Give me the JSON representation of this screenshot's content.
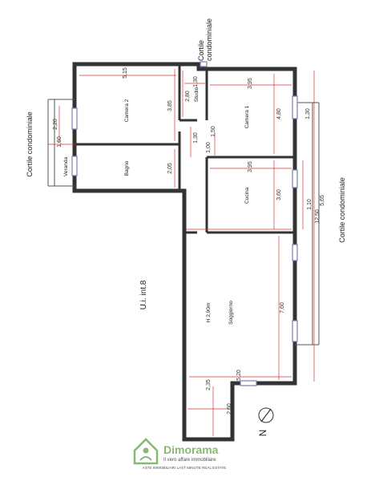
{
  "courtyards": {
    "top": [
      "Cortile",
      "condominiale"
    ],
    "left": [
      "Cortile condominiale"
    ],
    "right": [
      "Cortile condominiale"
    ]
  },
  "rooms": {
    "camera2": "Camera 2",
    "studio": "Studio",
    "camera1": "Camera 1",
    "bagno": "Bagno",
    "veranda": "Veranda",
    "cucina": "Cucina",
    "soggiorno": "Soggiorno",
    "height": "H 2,90m"
  },
  "unit_label": "U.i.  int.8",
  "north": "N",
  "dimensions": {
    "d515": "5,15",
    "d385": "3,85",
    "d280": "2,80",
    "d130a": "1,30",
    "d395a": "3,95",
    "d480": "4,80",
    "d130b": "1,30",
    "d220": "2,20",
    "d160": "1,60",
    "d205": "2,05",
    "d130c": "1,30",
    "d100": "1,00",
    "d150": "1,50",
    "d395b": "3,95",
    "d360": "3,60",
    "d565": "5,65",
    "d1250": "12,50",
    "d110": "1,10",
    "d760": "7,60",
    "d520": "5,20",
    "d235": "2,35",
    "d260": "2,60"
  },
  "logo": {
    "name": "Dimorama",
    "tagline": "Il vero affare immobiliare",
    "footer": "ASTE IMMOBILIARI  LAST MINUTE  REAL ESTATE"
  },
  "colors": {
    "wall": "#333333",
    "dimension": "#dd3333",
    "window": "#7a7fb5",
    "logo": "#6aa84f"
  }
}
